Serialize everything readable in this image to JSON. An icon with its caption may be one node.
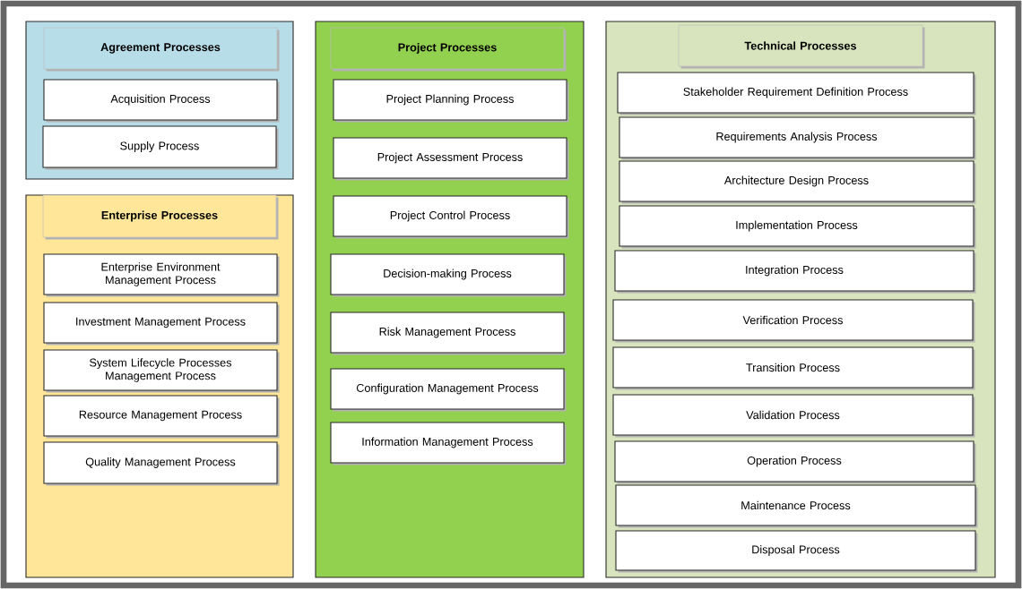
{
  "diagram": {
    "nodes": [
      {
        "text": [],
        "shape": "box"
      },
      {
        "text": [
          "Agreement Processes"
        ],
        "in": 0
      },
      {
        "text": [
          "Acquisition Process"
        ],
        "in": 0
      },
      {
        "text": [
          "Supply Process"
        ],
        "in": 0
      },
      {
        "text": [],
        "shape": "box"
      },
      {
        "text": [
          "Enterprise Processes"
        ],
        "in": 4
      },
      {
        "text": [
          "Enterprise Environment Management Process"
        ],
        "in": 4
      },
      {
        "text": [
          "Investment Management Process"
        ],
        "in": 4
      },
      {
        "text": [
          "System Lifecycle Processes Management Process"
        ],
        "in": 4
      },
      {
        "text": [
          "Resource Management Process"
        ],
        "in": 4
      },
      {
        "text": [
          "Quality Management Process"
        ],
        "in": 4
      },
      {
        "text": [],
        "shape": "box"
      },
      {
        "text": [
          "Project Processes"
        ],
        "in": 11
      },
      {
        "text": [
          "Project Planning Process"
        ],
        "in": 11
      },
      {
        "text": [
          "Project Assessment Process"
        ],
        "in": 11
      },
      {
        "text": [
          "Project Control Process"
        ],
        "in": 11
      },
      {
        "text": [
          "Decision-making Process"
        ],
        "in": 11
      },
      {
        "text": [
          "Risk Management Process"
        ],
        "in": 11
      },
      {
        "text": [
          "Configuration Management Process"
        ],
        "in": 11
      },
      {
        "text": [
          "Information Management Process"
        ],
        "in": 11
      },
      {
        "text": [],
        "shape": "box"
      },
      {
        "text": [
          "Technical Processes"
        ],
        "in": 20
      },
      {
        "text": [
          "Stakeholder Requirement Definition Process"
        ],
        "in": 20
      },
      {
        "text": [
          "Requirements Analysis Process"
        ],
        "in": 20
      },
      {
        "text": [
          "Architecture Design Process"
        ],
        "in": 20
      },
      {
        "text": [
          "Implementation Process"
        ],
        "in": 20
      },
      {
        "text": [
          "Integration Process"
        ],
        "in": 20
      },
      {
        "text": [
          "Verification Process"
        ],
        "in": 20
      },
      {
        "text": [
          "Transition Process"
        ],
        "in": 20
      },
      {
        "text": [
          "Validation Process"
        ],
        "in": 20
      },
      {
        "text": [
          "Operation Process"
        ],
        "in": 20
      },
      {
        "text": [
          "Maintenance Process"
        ],
        "in": 20
      },
      {
        "text": [
          "Disposal Process"
        ],
        "in": 20
      }
    ]
  }
}
